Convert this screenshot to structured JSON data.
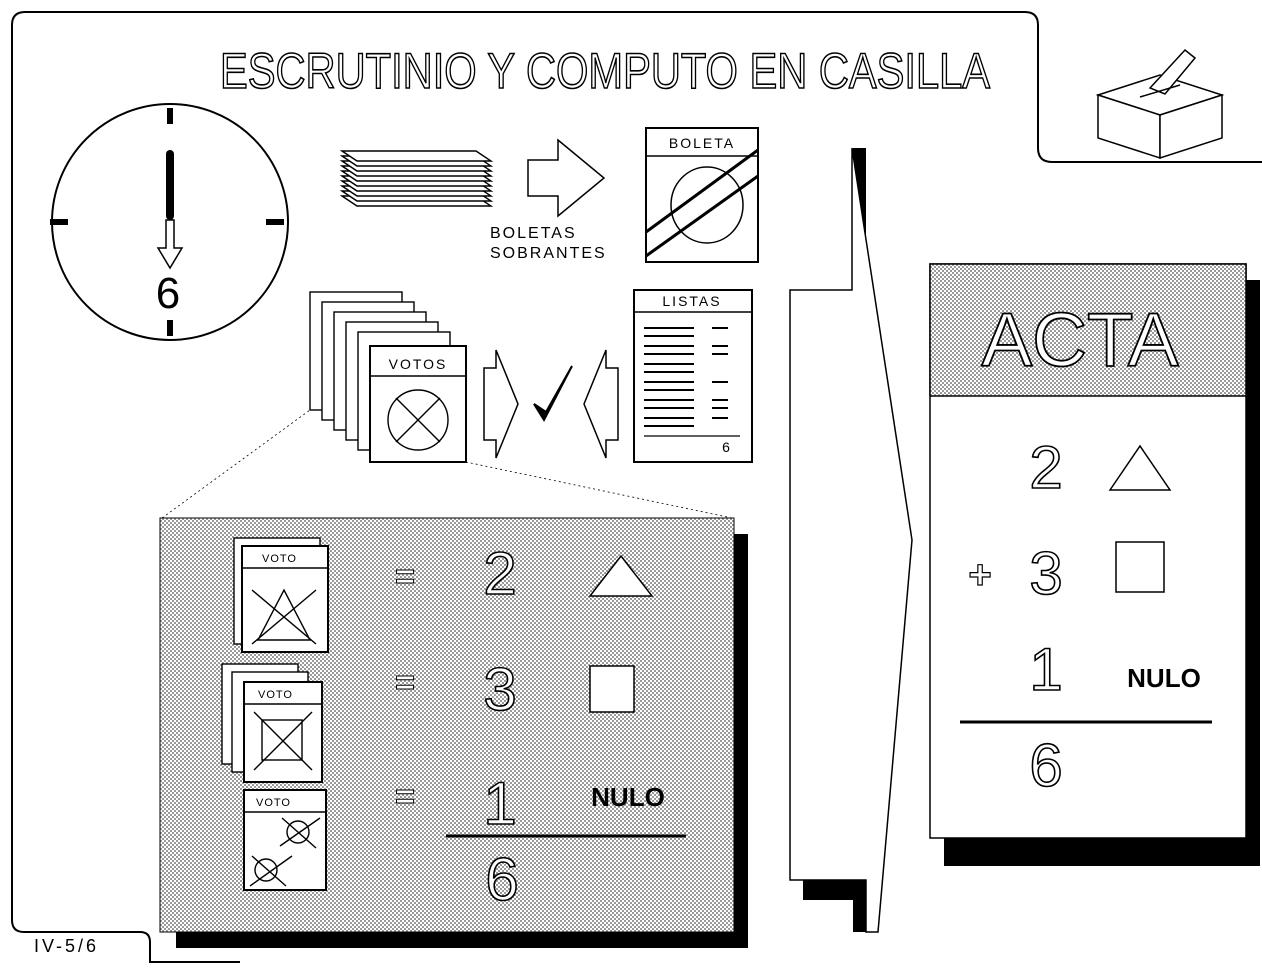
{
  "title": "ESCRUTINIO Y COMPUTO EN CASILLA",
  "page_code": "IV-5/6",
  "clock": {
    "hour_label": "6"
  },
  "leftover": {
    "label_line1": "BOLETAS",
    "label_line2": "SOBRANTES",
    "ballot_header": "BOLETA"
  },
  "votes": {
    "stack_header": "VOTOS",
    "list_header": "LISTAS",
    "list_total": "6"
  },
  "count_panel": {
    "vote_card_label": "VOTO",
    "equals": "=",
    "rows": [
      {
        "number": "2",
        "symbol": "triangle",
        "label": ""
      },
      {
        "number": "3",
        "symbol": "square",
        "label": ""
      },
      {
        "number": "1",
        "symbol": "",
        "label": "NULO"
      }
    ],
    "total": "6"
  },
  "acta": {
    "header": "ACTA",
    "plus_sign": "+",
    "rows": [
      {
        "number": "2",
        "symbol": "triangle",
        "label": ""
      },
      {
        "number": "3",
        "symbol": "square",
        "label": ""
      },
      {
        "number": "1",
        "symbol": "",
        "label": "NULO"
      }
    ],
    "total": "6"
  },
  "colors": {
    "ink": "#000000",
    "paper": "#ffffff",
    "halftone": "#d9d9d9"
  }
}
